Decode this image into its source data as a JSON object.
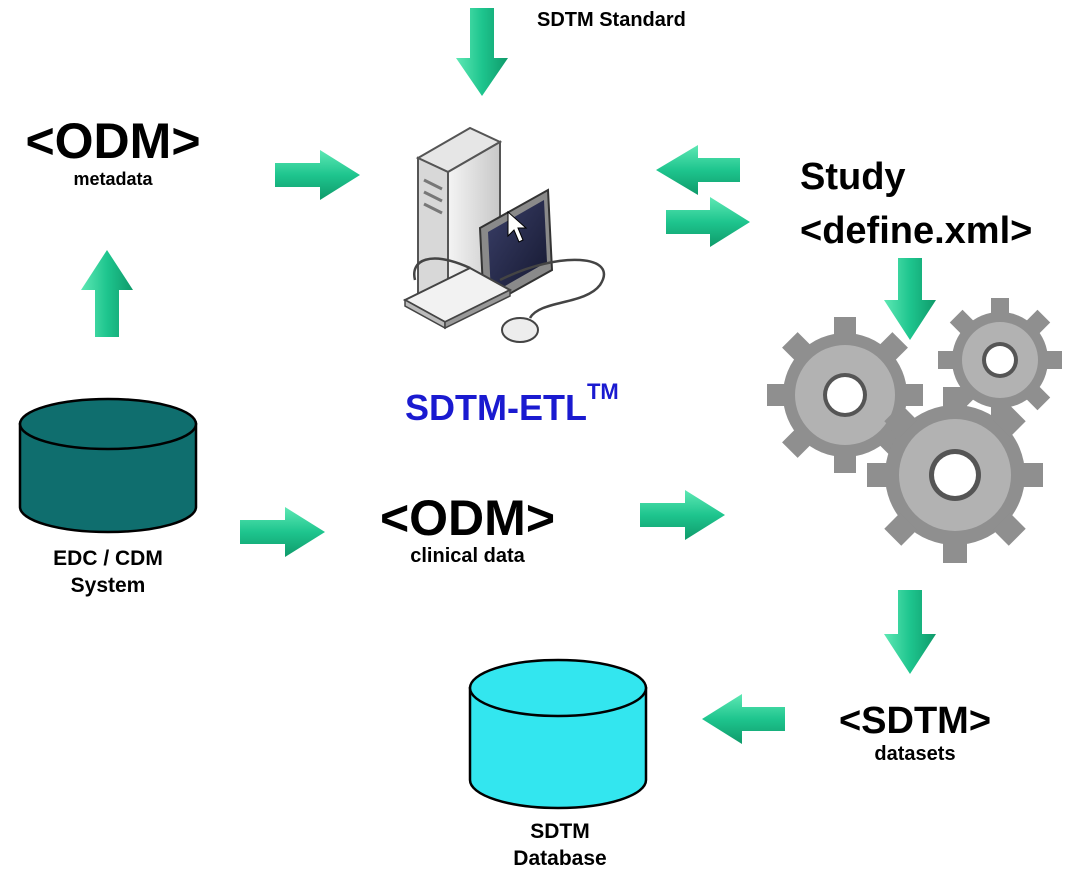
{
  "labels": {
    "sdtm_standard": "SDTM Standard",
    "odm_metadata_tag": "<ODM>",
    "odm_metadata_sub": "metadata",
    "study_line1": "Study",
    "study_line2": "<define.xml>",
    "sdtm_etl": "SDTM-ETL",
    "sdtm_etl_tm": "TM",
    "edc_line1": "EDC / CDM",
    "edc_line2": "System",
    "odm_clinical_tag": "<ODM>",
    "odm_clinical_sub": "clinical data",
    "sdtm_datasets_tag": "<SDTM>",
    "sdtm_datasets_sub": "datasets",
    "sdtm_db_line1": "SDTM",
    "sdtm_db_line2": "Database"
  },
  "colors": {
    "arrow": "#1ec58e",
    "arrow_dark": "#0f9a6a",
    "edc_db": "#0f6e6e",
    "sdtm_db": "#33e6ef",
    "gear": "#9a9a9a",
    "sdtm_etl_text": "#1a1ad0"
  },
  "icons": [
    "computer-icon",
    "gears-icon",
    "edc-database-icon",
    "sdtm-database-icon"
  ]
}
